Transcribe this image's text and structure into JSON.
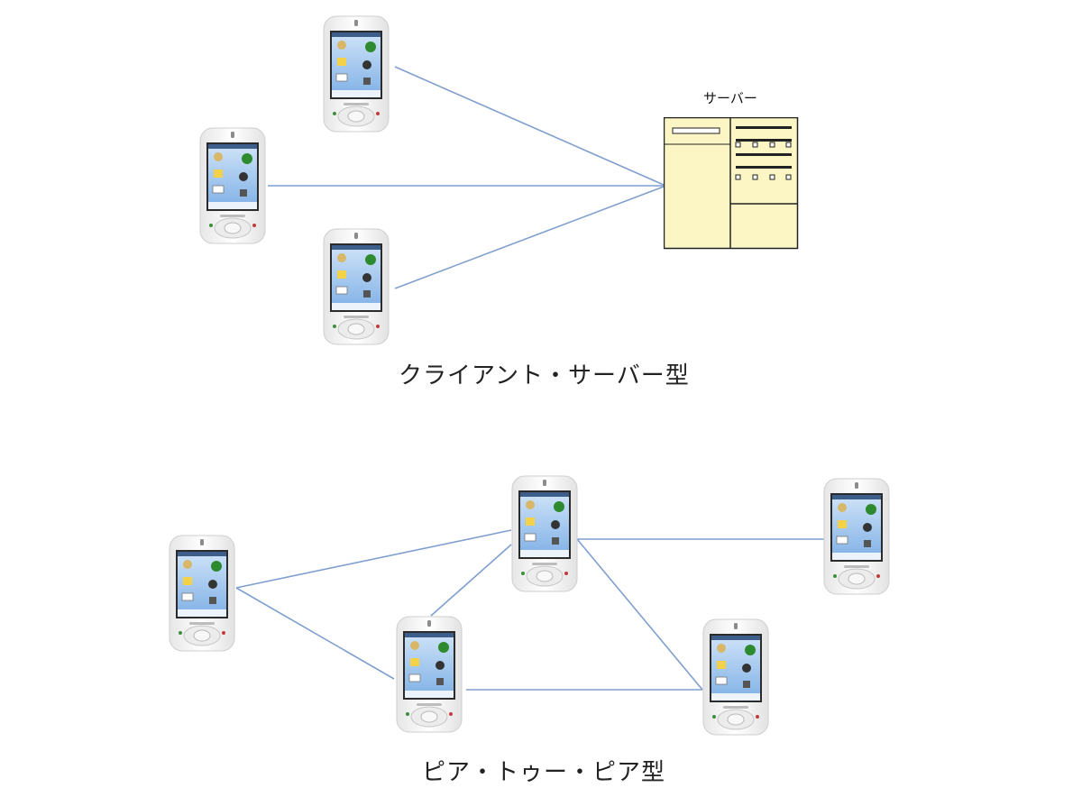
{
  "diagrams": {
    "client_server": {
      "caption": "クライアント・サーバー型",
      "server_label": "サーバー",
      "clients": [
        "client-1",
        "client-2",
        "client-3"
      ]
    },
    "peer_to_peer": {
      "caption": "ピア・トゥー・ピア型",
      "peers": [
        "peer-1",
        "peer-2",
        "peer-3",
        "peer-4",
        "peer-5"
      ]
    }
  },
  "colors": {
    "link": "#7f9fcf",
    "server_fill": "#fbf6c3",
    "server_stroke": "#222222",
    "device_body": "#f2f2f2",
    "device_screen": "#9fc6ef"
  },
  "icons": {
    "device": "pda-phone-icon",
    "server": "server-icon"
  }
}
